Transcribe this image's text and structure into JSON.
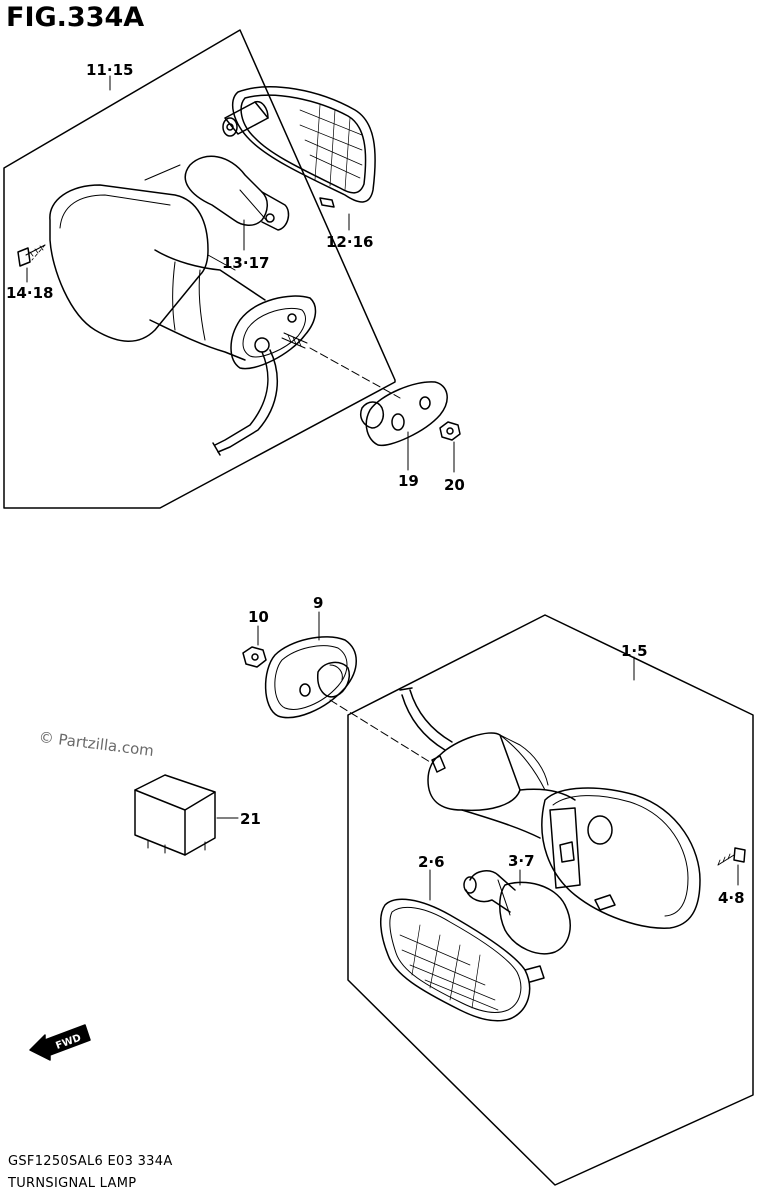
{
  "figure": {
    "title": "FIG.334A",
    "code": "GSF1250SAL6 E03 334A",
    "name": "TURNSIGNAL LAMP",
    "watermark": "© Partzilla.com",
    "fwd_label": "FWD"
  },
  "callouts": {
    "c_11_15": "11·15",
    "c_12_16": "12·16",
    "c_13_17": "13·17",
    "c_14_18": "14·18",
    "c_19": "19",
    "c_20": "20",
    "c_9": "9",
    "c_10": "10",
    "c_1_5": "1·5",
    "c_21": "21",
    "c_2_6": "2·6",
    "c_3_7": "3·7",
    "c_4_8": "4·8"
  }
}
